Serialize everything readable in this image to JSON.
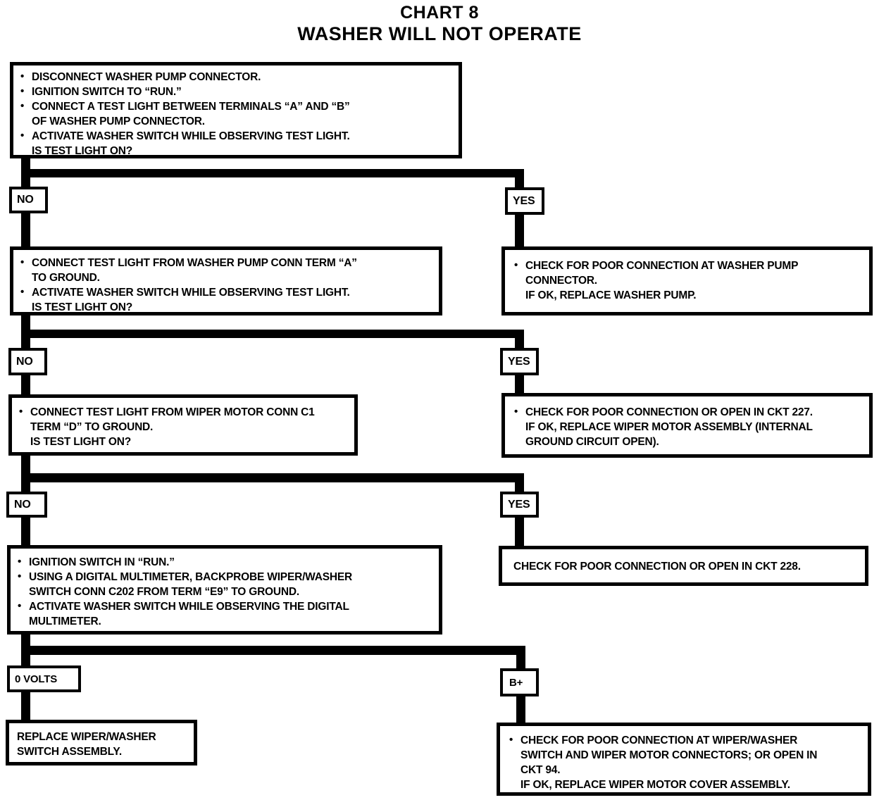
{
  "title": {
    "line1": "CHART 8",
    "line2": "WASHER WILL NOT OPERATE"
  },
  "glyphs": {
    "bullet": "•"
  },
  "colors": {
    "ink": "#000000",
    "paper": "#ffffff"
  },
  "decision_labels": {
    "no1": "NO",
    "yes1": "YES",
    "no2": "NO",
    "yes2": "YES",
    "no3": "NO",
    "yes3": "YES",
    "volts0": "0 VOLTS",
    "bplus": "B+"
  },
  "boxes": {
    "step1": {
      "lines": [
        {
          "bullet": true,
          "text": "DISCONNECT WASHER PUMP CONNECTOR."
        },
        {
          "bullet": true,
          "text": "IGNITION SWITCH TO “RUN.”"
        },
        {
          "bullet": true,
          "text": "CONNECT A TEST LIGHT BETWEEN TERMINALS “A” AND “B”"
        },
        {
          "bullet": false,
          "text": "OF WASHER PUMP CONNECTOR."
        },
        {
          "bullet": true,
          "text": "ACTIVATE WASHER SWITCH WHILE OBSERVING TEST LIGHT."
        },
        {
          "bullet": false,
          "text": "IS TEST LIGHT ON?"
        }
      ]
    },
    "step2no": {
      "lines": [
        {
          "bullet": true,
          "text": "CONNECT TEST LIGHT FROM WASHER PUMP CONN TERM “A”"
        },
        {
          "bullet": false,
          "text": "TO GROUND."
        },
        {
          "bullet": true,
          "text": "ACTIVATE WASHER SWITCH WHILE OBSERVING TEST LIGHT."
        },
        {
          "bullet": false,
          "text": "IS TEST LIGHT ON?"
        }
      ]
    },
    "step2yes": {
      "lines": [
        {
          "bullet": true,
          "text": "CHECK FOR POOR CONNECTION AT WASHER PUMP"
        },
        {
          "bullet": false,
          "text": "CONNECTOR."
        },
        {
          "bullet": false,
          "text": "IF OK, REPLACE WASHER PUMP."
        }
      ]
    },
    "step3no": {
      "lines": [
        {
          "bullet": true,
          "text": "CONNECT TEST LIGHT FROM WIPER MOTOR CONN C1"
        },
        {
          "bullet": false,
          "text": "TERM “D” TO GROUND."
        },
        {
          "bullet": false,
          "text": "IS TEST LIGHT ON?"
        }
      ]
    },
    "step3yes": {
      "lines": [
        {
          "bullet": true,
          "text": "CHECK FOR POOR CONNECTION OR OPEN IN CKT 227."
        },
        {
          "bullet": false,
          "text": "IF OK, REPLACE WIPER MOTOR ASSEMBLY (INTERNAL"
        },
        {
          "bullet": false,
          "text": "GROUND CIRCUIT OPEN)."
        }
      ]
    },
    "step4no": {
      "lines": [
        {
          "bullet": true,
          "text": "IGNITION SWITCH IN “RUN.”"
        },
        {
          "bullet": true,
          "text": "USING A DIGITAL MULTIMETER, BACKPROBE WIPER/WASHER"
        },
        {
          "bullet": false,
          "text": "SWITCH CONN C202 FROM TERM “E9” TO GROUND."
        },
        {
          "bullet": true,
          "text": "ACTIVATE WASHER SWITCH WHILE OBSERVING THE DIGITAL"
        },
        {
          "bullet": false,
          "text": "MULTIMETER."
        }
      ]
    },
    "step4yes": {
      "lines": [
        {
          "bullet": false,
          "text": "CHECK FOR POOR CONNECTION OR OPEN IN CKT 228."
        }
      ]
    },
    "result0v": {
      "lines": [
        {
          "bullet": false,
          "text": "REPLACE WIPER/WASHER"
        },
        {
          "bullet": false,
          "text": "SWITCH ASSEMBLY."
        }
      ]
    },
    "resultbplus": {
      "lines": [
        {
          "bullet": true,
          "text": "CHECK FOR POOR CONNECTION AT WIPER/WASHER"
        },
        {
          "bullet": false,
          "text": "SWITCH AND WIPER MOTOR CONNECTORS; OR OPEN IN"
        },
        {
          "bullet": false,
          "text": "CKT 94."
        },
        {
          "bullet": false,
          "text": "IF OK, REPLACE WIPER MOTOR COVER ASSEMBLY."
        }
      ]
    }
  }
}
